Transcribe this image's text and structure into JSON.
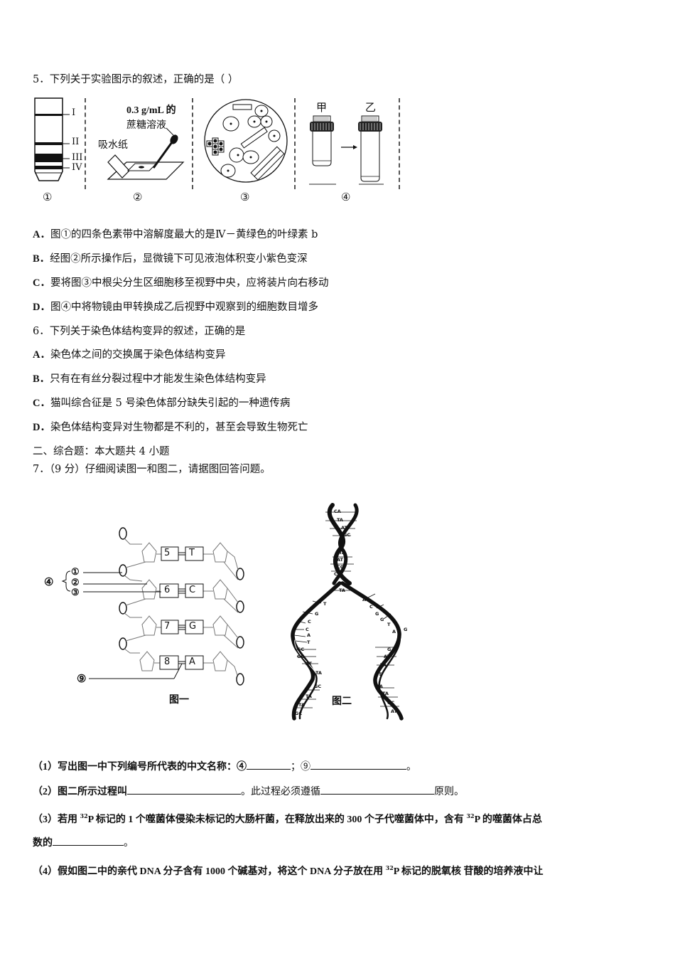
{
  "q5": {
    "stem": "5．下列关于实验图示的叙述，正确的是（ ）",
    "figure": {
      "panel1": {
        "caption": "①",
        "band_labels": [
          "I",
          "II",
          "III",
          "IV"
        ]
      },
      "panel2": {
        "caption": "②",
        "label_solution_1": "0.3 g/mL 的",
        "label_solution_2": "蔗糖溶液",
        "label_paper": "吸水纸"
      },
      "panel3": {
        "caption": "③"
      },
      "panel4": {
        "caption": "④",
        "label_a": "甲",
        "label_b": "乙"
      }
    },
    "options": [
      {
        "key": "A．",
        "text": "图①的四条色素带中溶解度最大的是Ⅳ－黄绿色的叶绿素 b"
      },
      {
        "key": "B．",
        "text": "经图②所示操作后，显微镜下可见液泡体积变小紫色变深"
      },
      {
        "key": "C．",
        "text": "要将图③中根尖分生区细胞移至视野中央，应将装片向右移动"
      },
      {
        "key": "D．",
        "text": "图④中将物镜由甲转换成乙后视野中观察到的细胞数目增多"
      }
    ]
  },
  "q6": {
    "stem": "6．下列关于染色体结构变异的叙述，正确的是",
    "options": [
      {
        "key": "A．",
        "text": "染色体之间的交换属于染色体结构变异"
      },
      {
        "key": "B．",
        "text": "只有在有丝分裂过程中才能发生染色体结构变异"
      },
      {
        "key": "C．",
        "text": "猫叫综合征是 5 号染色体部分缺失引起的一种遗传病"
      },
      {
        "key": "D．",
        "text": "染色体结构变异对生物都是不利的，甚至会导致生物死亡"
      }
    ]
  },
  "section2": {
    "heading": "二、综合题：本大题共 4 小题"
  },
  "q7": {
    "stem": "7．（9 分）仔细阅读图一和图二，请据图回答问题。",
    "fig1": {
      "caption": "图一",
      "left_bases": [
        "5",
        "6",
        "7",
        "8"
      ],
      "right_bases": [
        "T",
        "C",
        "G",
        "A"
      ],
      "labels": [
        "④",
        "①",
        "②",
        "③",
        "⑨"
      ]
    },
    "fig2": {
      "caption": "图二",
      "pair_labels": [
        "CA",
        "TA",
        "AT",
        "GC",
        "TA",
        "AT",
        "CG",
        "CT",
        "TA"
      ],
      "left_single": [
        "T",
        "G",
        "C",
        "C",
        "A",
        "T"
      ],
      "right_single": [
        "A",
        "C",
        "G",
        "G",
        "T",
        "A",
        "G",
        "G"
      ]
    },
    "subquestions": {
      "s1_a": "（1）写出图一中下列编号所代表的中文名称：④",
      "s1_b": "；⑨",
      "s1_c": "。",
      "s2_a": "（2）图二所示过程叫",
      "s2_b": "。此过程必须遵循",
      "s2_c": "原则。",
      "s3_a": "（3）若用 ",
      "s3_sup": "32",
      "s3_b": "P 标记的 1 个噬菌体侵染未标记的大肠杆菌，在释放出来的 300 个子代噬菌体中，含有 ",
      "s3_sup2": "32",
      "s3_c": "P 的噬菌体占总",
      "s3_d": "数的",
      "s3_e": "。",
      "s4_a": "（4）假如图二中的亲代 DNA 分子含有 1000 个碱基对，将这个 DNA 分子放在用 ",
      "s4_sup": "32",
      "s4_b": "P 标记的脱氧核 苷酸的培养液中让"
    }
  }
}
